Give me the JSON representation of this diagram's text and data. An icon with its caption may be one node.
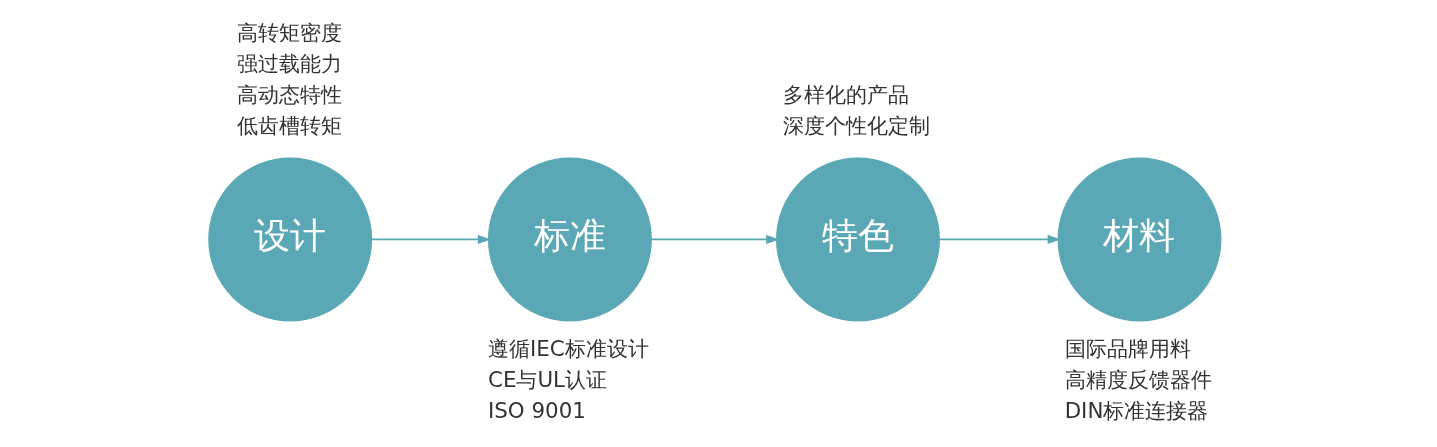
{
  "diagram": {
    "nodes": [
      {
        "text": [
          "设计"
        ],
        "beside": [
          "高转矩密度",
          "强过载能力",
          "高动态特性",
          "低齿槽转矩"
        ]
      },
      {
        "text": [
          "标准"
        ],
        "beside": [
          "遵循IEC标准设计",
          "CE与UL认证",
          "ISO 9001"
        ]
      },
      {
        "text": [
          "特色"
        ],
        "beside": [
          "多样化的产品",
          "深度个性化定制"
        ]
      },
      {
        "text": [
          "材料"
        ],
        "beside": [
          "国际品牌用料",
          "高精度反馈器件",
          "DIN标准连接器"
        ]
      }
    ],
    "edges": [
      {
        "from": 0,
        "to": 1,
        "arrow": "to"
      },
      {
        "from": 1,
        "to": 2,
        "arrow": "to"
      },
      {
        "from": 2,
        "to": 3,
        "arrow": "to"
      }
    ]
  }
}
